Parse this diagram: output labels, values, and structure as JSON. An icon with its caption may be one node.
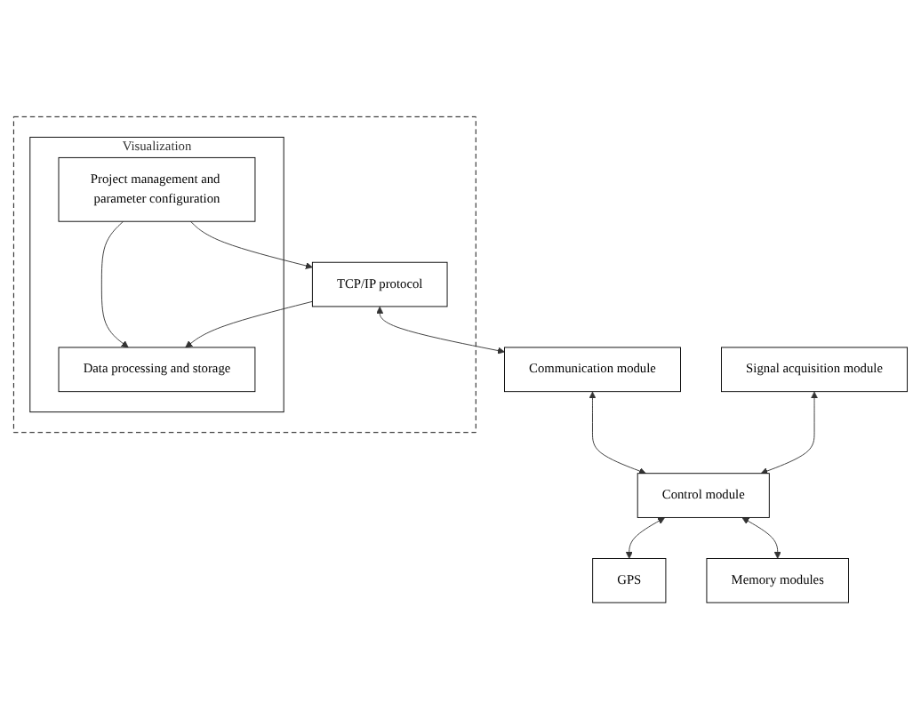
{
  "diagram": {
    "nodes": [
      {
        "text": [],
        "shape": "box"
      },
      {
        "text": [
          "Visualization"
        ],
        "in": 0
      },
      {
        "text": [
          "Data processing and storage"
        ],
        "in": 1
      },
      {
        "text": [
          "Project management and parameter configuration"
        ],
        "in": 1
      },
      {
        "text": [
          "TCP/IP protocol"
        ],
        "in": 0
      },
      {
        "text": [
          "Communication module"
        ]
      },
      {
        "text": [
          "Signal acquisition module"
        ]
      },
      {
        "text": [
          "Control module"
        ]
      },
      {
        "text": [
          "GPS"
        ]
      },
      {
        "text": [
          "Memory modules"
        ]
      }
    ],
    "edges": [
      {
        "from": 3,
        "to": 2,
        "arrow": "to"
      },
      {
        "from": 4,
        "to": 2,
        "arrow": "to"
      },
      {
        "from": 3,
        "to": 4,
        "arrow": "to"
      },
      {
        "from": 4,
        "to": 5,
        "arrow": "both"
      },
      {
        "from": 5,
        "to": 7,
        "arrow": "both"
      },
      {
        "from": 6,
        "to": 7,
        "arrow": "both"
      },
      {
        "from": 7,
        "to": 8,
        "arrow": "both"
      },
      {
        "from": 7,
        "to": 9,
        "arrow": "both"
      }
    ]
  }
}
